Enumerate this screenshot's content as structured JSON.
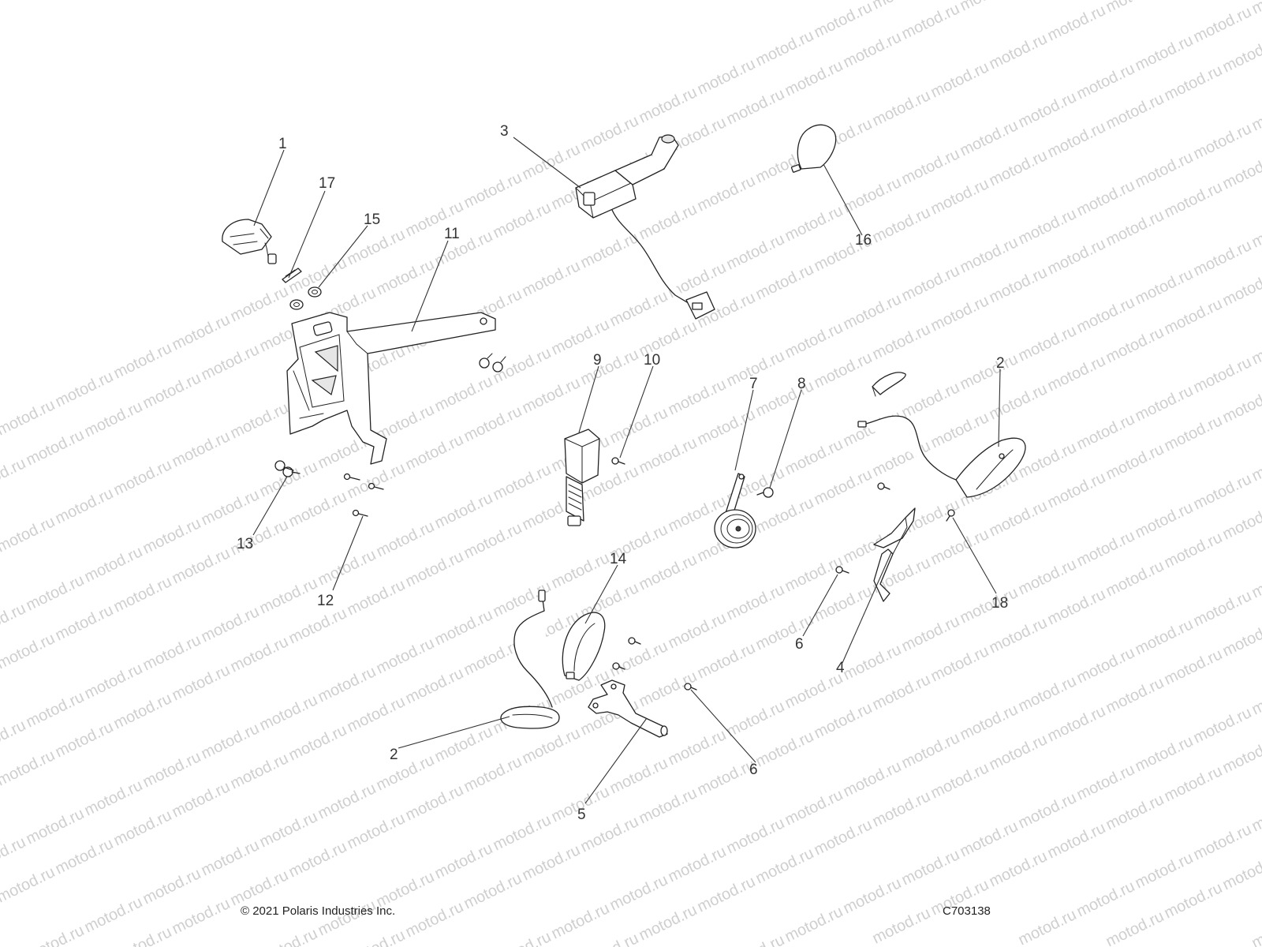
{
  "watermark": "motod.ru",
  "callouts": {
    "c1": "1",
    "c2a": "2",
    "c2b": "2",
    "c3": "3",
    "c4": "4",
    "c5": "5",
    "c6a": "6",
    "c6b": "6",
    "c7": "7",
    "c8": "8",
    "c9": "9",
    "c10": "10",
    "c11": "11",
    "c12": "12",
    "c13": "13",
    "c14": "14",
    "c15": "15",
    "c16": "16",
    "c17": "17",
    "c18": "18"
  },
  "footer": {
    "copyright": "© 2021 Polaris Industries Inc.",
    "drawing_id": "C703138"
  }
}
